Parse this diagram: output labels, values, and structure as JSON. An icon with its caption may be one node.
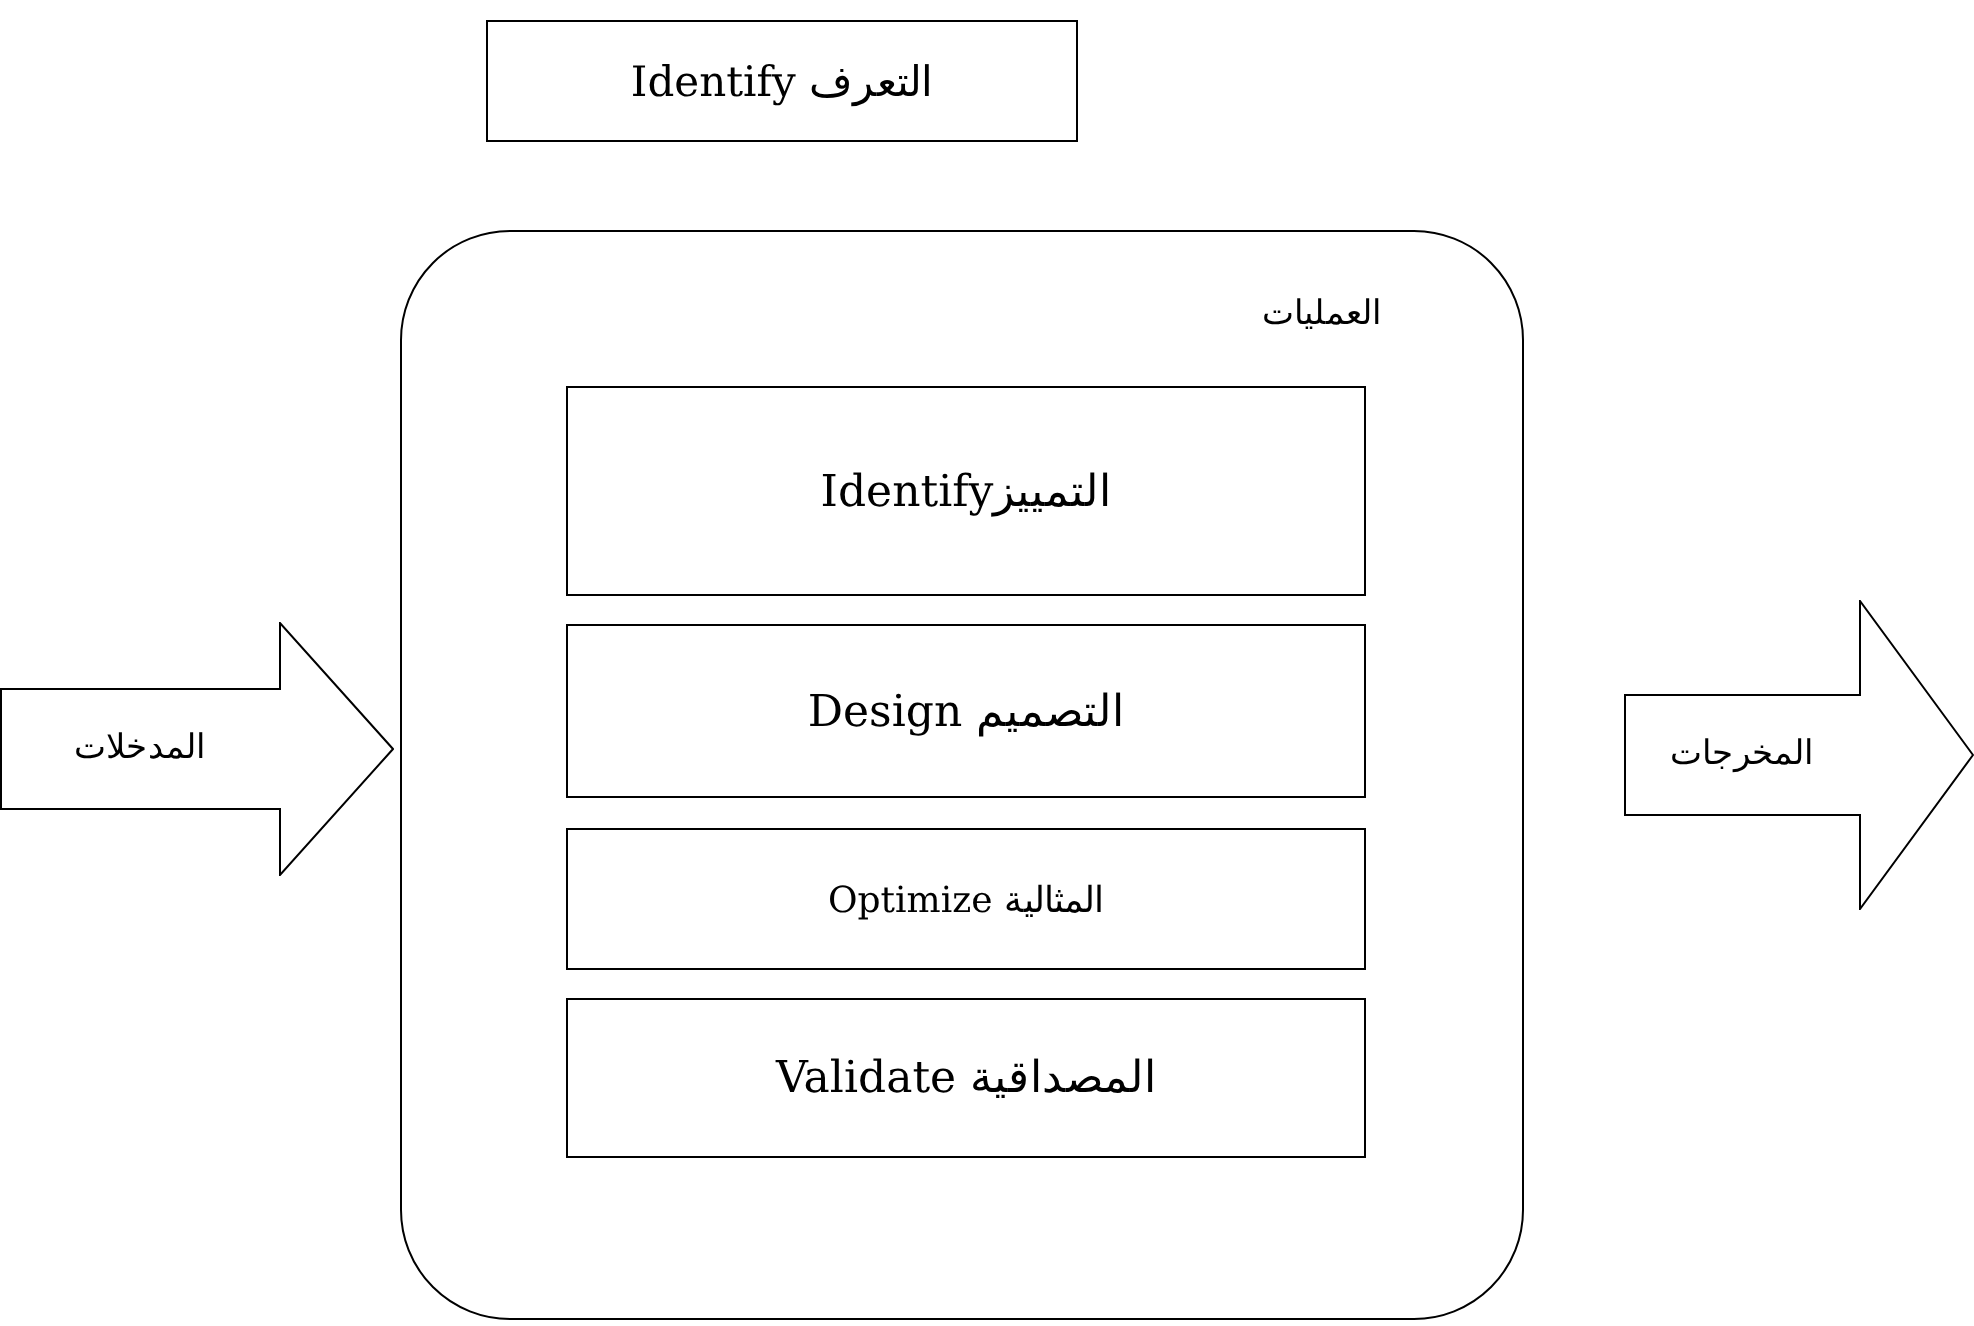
{
  "diagram": {
    "nodes": [
      {
        "text": [
          "التعرف Identify"
        ]
      },
      {
        "text": [
          "العمليات"
        ]
      },
      {
        "text": [
          "التمييزIdentify"
        ],
        "in": 1
      },
      {
        "text": [
          "التصميم Design"
        ],
        "in": 1
      },
      {
        "text": [
          "المثالية Optimize"
        ],
        "in": 1
      },
      {
        "text": [
          "المصداقية Validate"
        ],
        "in": 1
      },
      {
        "text": [
          "المدخلات"
        ]
      },
      {
        "text": [
          "المخرجات"
        ]
      }
    ]
  }
}
